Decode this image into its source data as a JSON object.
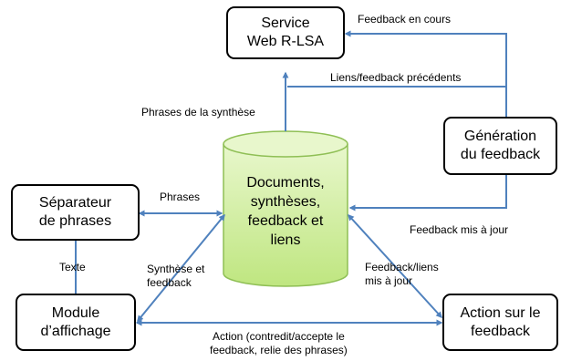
{
  "boxes": {
    "service": [
      "Service",
      "Web R-LSA"
    ],
    "generation": [
      "Génération",
      "du feedback"
    ],
    "separateur": [
      "Séparateur",
      "de phrases"
    ],
    "module": [
      "Module",
      "d’affichage"
    ],
    "action": [
      "Action sur le",
      "feedback"
    ]
  },
  "database": [
    "Documents,",
    "synthèses,",
    "feedback et",
    "liens"
  ],
  "edges": {
    "feedback_en_cours": "Feedback en cours",
    "liens_feedback_precedents": "Liens/feedback précédents",
    "phrases_synthese": "Phrases de la synthèse",
    "phrases": "Phrases",
    "feedback_mis_a_jour": "Feedback mis à jour",
    "texte": "Texte",
    "synthese_feedback": [
      "Synthèse et",
      "feedback"
    ],
    "feedback_liens_maj": [
      "Feedback/liens",
      "mis à jour"
    ],
    "action": [
      "Action (contredit/accepte le",
      "feedback, relie des phrases)"
    ]
  },
  "colors": {
    "arrow": "#4f81bd",
    "cylinder_fill_top": "#e8f7cc",
    "cylinder_fill_bottom": "#bfe680",
    "cylinder_stroke": "#8fbf55",
    "box_border": "#000000"
  }
}
